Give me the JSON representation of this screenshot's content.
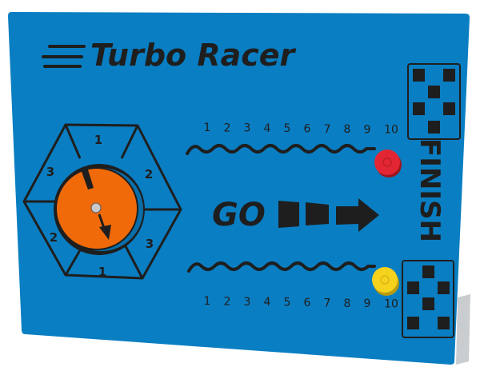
{
  "panel": {
    "title": "Turbo Racer",
    "go_label": "GO",
    "finish_label": "FINISH",
    "spinner": {
      "segment_numbers": [
        "1",
        "2",
        "3",
        "1",
        "2",
        "3"
      ]
    },
    "tracks": [
      {
        "name": "top",
        "numbers": [
          "1",
          "2",
          "3",
          "4",
          "5",
          "6",
          "7",
          "8",
          "9",
          "10"
        ],
        "peg_color": "#e32633"
      },
      {
        "name": "bottom",
        "numbers": [
          "1",
          "2",
          "3",
          "4",
          "5",
          "6",
          "7",
          "8",
          "9",
          "10"
        ],
        "peg_color": "#f5d21c"
      }
    ],
    "colors": {
      "panel": "#0a7ec2",
      "ink": "#1e1e1e",
      "spinner": "#f06a0a"
    }
  }
}
